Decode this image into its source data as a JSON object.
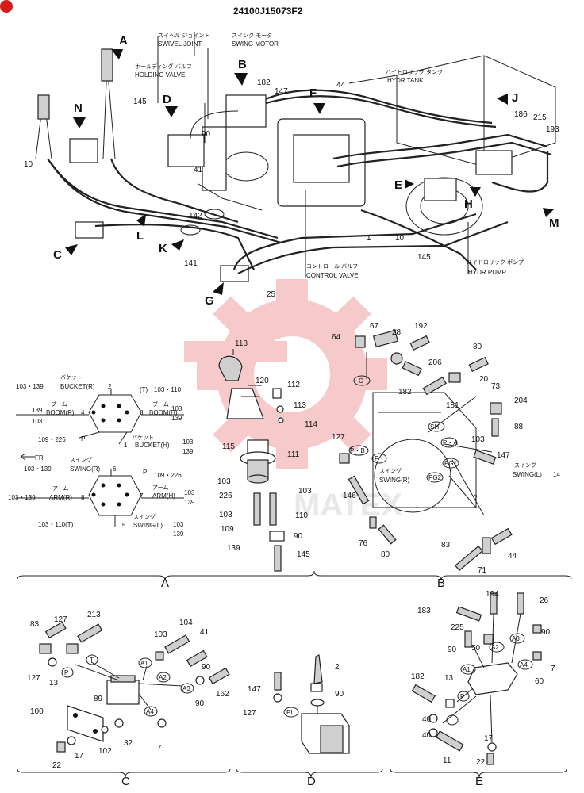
{
  "header": {
    "part_number": "24100J15073F2"
  },
  "callouts": {
    "swivel_joint_jp": "スイヘル ジョイント",
    "swivel_joint": "SWIVEL JOINT",
    "swing_motor_jp": "スインク モータ",
    "swing_motor": "SWING MOTOR",
    "holding_valve_jp": "ホールディング バルフ",
    "holding_valve": "HOLDING VALVE",
    "hydr_tank_jp": "ハイトロリック タンク",
    "hydr_tank": "HYDR TANK",
    "control_valve_jp": "コントロール バルフ",
    "control_valve": "CONTROL VALVE",
    "hydr_pump_jp": "ハイドロリック ポンプ",
    "hydr_pump": "HYDR PUMP"
  },
  "view_arrows": [
    "A",
    "B",
    "C",
    "D",
    "E",
    "F",
    "G",
    "H",
    "J",
    "K",
    "L",
    "M",
    "N"
  ],
  "main_part_numbers": [
    "182",
    "147",
    "44",
    "145",
    "10",
    "90",
    "41",
    "142",
    "141",
    "1",
    "10",
    "145",
    "25",
    "186",
    "215",
    "193"
  ],
  "pattern_a": {
    "lines": [
      {
        "left": "103・139",
        "name_jp": "バケット",
        "name": "BUCKET(R)",
        "port": "2"
      },
      {
        "left": "",
        "name_jp": "",
        "name": "(T)",
        "port": "103・110"
      },
      {
        "left": "139",
        "name_jp": "ブーム",
        "name": "BOOM(R)",
        "port": "4"
      },
      {
        "left": "103",
        "name_jp": "",
        "name": "",
        "port": ""
      },
      {
        "left": "",
        "name_jp": "ブーム",
        "name": "BOOM(H)",
        "port": "3"
      },
      {
        "left": "109・226",
        "name_jp": "",
        "name": "P",
        "port": ""
      },
      {
        "left": "",
        "name_jp": "バケット",
        "name": "BUCKET(H)",
        "port": "1"
      }
    ],
    "right_numbers": [
      "103",
      "139",
      "103",
      "139"
    ],
    "fr_label": "FR",
    "lines2": [
      {
        "left": "103・139",
        "name_jp": "スイング",
        "name": "SWING(R)",
        "port": "6"
      },
      {
        "left": "",
        "name_jp": "",
        "name": "P",
        "port": "109・226"
      },
      {
        "left": "103・139",
        "name_jp": "アーム",
        "name": "ARM(R)",
        "port": "8"
      },
      {
        "left": "",
        "name_jp": "アーム",
        "name": "ARM(H)",
        "port": "7"
      },
      {
        "left": "103・110(T)",
        "name_jp": "",
        "name": "",
        "port": ""
      },
      {
        "left": "",
        "name_jp": "スイング",
        "name": "SWING(L)",
        "port": "5"
      }
    ],
    "right_numbers2": [
      "103",
      "139",
      "103",
      "139"
    ]
  },
  "section_a_parts": [
    "118",
    "120",
    "112",
    "113",
    "114",
    "115",
    "111",
    "103",
    "226",
    "103",
    "109",
    "110",
    "139",
    "90",
    "145",
    "103"
  ],
  "section_b_parts": [
    "64",
    "67",
    "28",
    "192",
    "80",
    "206",
    "20",
    "73",
    "204",
    "88",
    "182",
    "181",
    "103",
    "147",
    "127",
    "146",
    "76",
    "80",
    "83",
    "71",
    "44"
  ],
  "section_b_ports": [
    "C",
    "P・B",
    "P・I",
    "SH",
    "P・A",
    "PG1",
    "PG2"
  ],
  "section_b_labels": {
    "swing_r_jp": "スイング",
    "swing_r": "SWING(R)",
    "swing_l_jp": "スイング",
    "swing_l": "SWING(L)",
    "swing_l_port": "14",
    "qmark": "?"
  },
  "section_c_parts": [
    "83",
    "127",
    "213",
    "104",
    "103",
    "41",
    "127",
    "13",
    "90",
    "162",
    "89",
    "90",
    "100",
    "102",
    "32",
    "7",
    "22",
    "17"
  ],
  "section_c_ports": [
    "T",
    "P",
    "A1",
    "A2",
    "A3",
    "A4"
  ],
  "section_d_parts": [
    "2",
    "147",
    "90",
    "127"
  ],
  "section_d_ports": [
    "PL"
  ],
  "section_e_parts": [
    "194",
    "26",
    "183",
    "90",
    "225",
    "50",
    "90",
    "7",
    "60",
    "182",
    "13",
    "40",
    "40",
    "11",
    "17",
    "22"
  ],
  "section_e_ports": [
    "A1",
    "A2",
    "A3",
    "A4",
    "P",
    "T"
  ],
  "sections": [
    "A",
    "B",
    "C",
    "D",
    "E"
  ],
  "watermark": "MATEX",
  "colors": {
    "watermark": "#f6c5c5",
    "line": "#222222",
    "badge": "#d71a1a"
  }
}
